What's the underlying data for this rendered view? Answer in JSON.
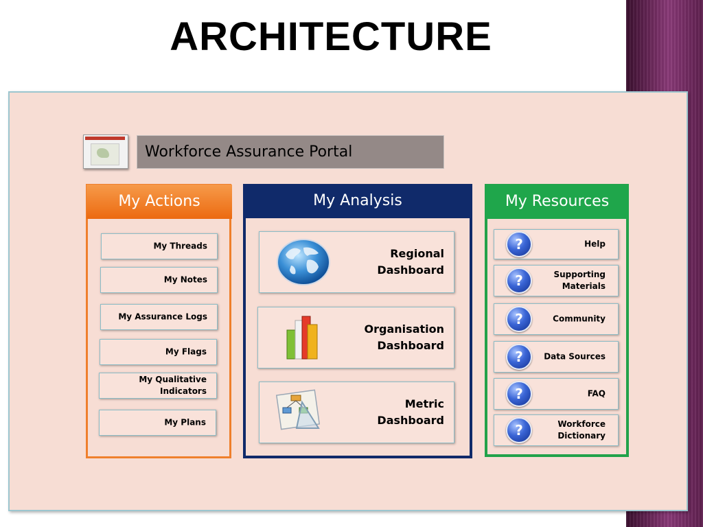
{
  "slide": {
    "title": "ARCHITECTURE"
  },
  "portal": {
    "title": "Workforce Assurance Portal"
  },
  "columns": {
    "actions": {
      "header": "My Actions",
      "items": [
        "My Threads",
        "My Notes",
        "My Assurance Logs",
        "My Flags",
        "My Qualitative\nIndicators",
        "My Plans"
      ]
    },
    "analysis": {
      "header": "My Analysis",
      "items": [
        {
          "label": "Regional\nDashboard",
          "icon": "globe-icon"
        },
        {
          "label": "Organisation\nDashboard",
          "icon": "bar-chart-icon"
        },
        {
          "label": "Metric\nDashboard",
          "icon": "flowchart-icon"
        }
      ]
    },
    "resources": {
      "header": "My Resources",
      "items": [
        {
          "label": "Help",
          "icon": "help-icon"
        },
        {
          "label": "Supporting\nMaterials",
          "icon": "help-icon"
        },
        {
          "label": "Community",
          "icon": "help-icon"
        },
        {
          "label": "Data Sources",
          "icon": "help-icon"
        },
        {
          "label": "FAQ",
          "icon": "help-icon"
        },
        {
          "label": "Workforce\nDictionary",
          "icon": "help-icon"
        }
      ]
    }
  },
  "colors": {
    "actions": "#ef7f2c",
    "analysis": "#102a6a",
    "resources": "#22a24a",
    "panel_bg": "#f7ddd4",
    "side_band": "#6e2a5d"
  },
  "qmark_glyph": "?"
}
